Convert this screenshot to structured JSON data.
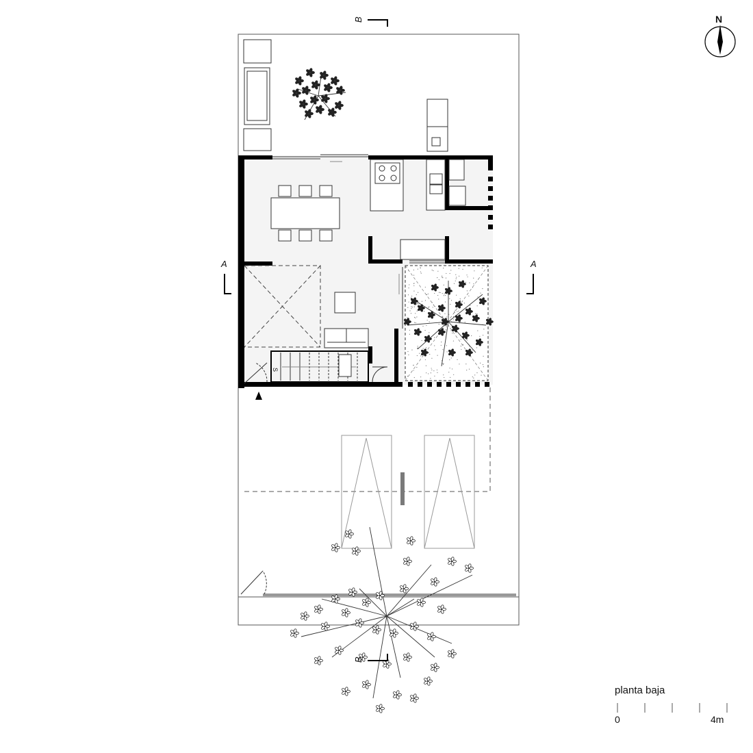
{
  "drawing": {
    "title": "planta baja",
    "scale_start": "0",
    "scale_end": "4m",
    "north": "N",
    "section_a": "A",
    "section_b": "B",
    "stair_label": "S"
  },
  "colors": {
    "wall": "#000000",
    "line": "#333333",
    "light_line": "#888888",
    "floor": "#f6f6f6",
    "car_hatch": "#7a7a7a"
  },
  "icons": [
    "north-arrow-icon",
    "tree-icon",
    "entry-arrow-icon",
    "door-swing-icon"
  ]
}
